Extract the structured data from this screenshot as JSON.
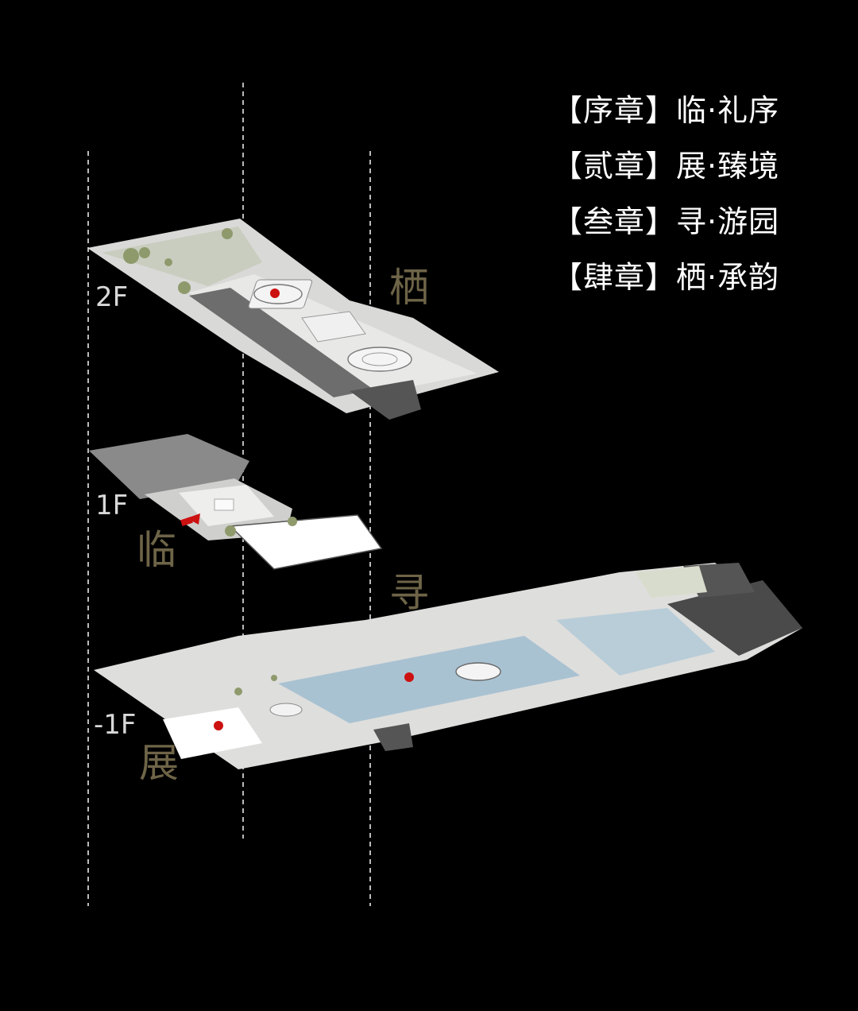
{
  "legend": [
    {
      "chapter": "【序章】",
      "title": "临·礼序"
    },
    {
      "chapter": "【贰章】",
      "title": "展·臻境"
    },
    {
      "chapter": "【叁章】",
      "title": "寻·游园"
    },
    {
      "chapter": "【肆章】",
      "title": "栖·承韵"
    }
  ],
  "floors": {
    "f2": "2F",
    "f1": "1F",
    "b1": "-1F"
  },
  "chapter_marks": {
    "qi": "栖",
    "lin": "临",
    "xun": "寻",
    "zhan": "展"
  },
  "colors": {
    "background": "#000000",
    "marker": "#cc1111",
    "pool": "#9fb8c8",
    "plan": "#e6e6e4",
    "chapter_text": "#6e6447"
  }
}
